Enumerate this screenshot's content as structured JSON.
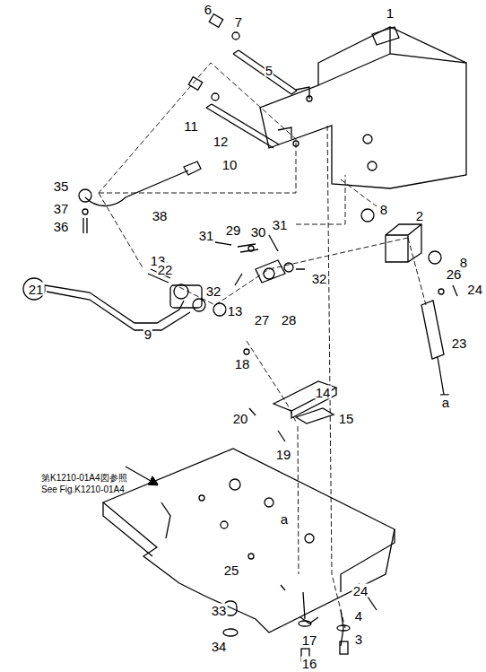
{
  "diagram": {
    "labels": [
      "1",
      "6",
      "7",
      "5",
      "11",
      "12",
      "10",
      "8",
      "2",
      "8",
      "35",
      "38",
      "37",
      "36",
      "31",
      "29",
      "30",
      "31",
      "13",
      "26",
      "24",
      "22",
      "32",
      "32",
      "21",
      "27",
      "28",
      "13",
      "9",
      "23",
      "18",
      "a",
      "14",
      "20",
      "15",
      "19",
      "第K1210-01A4図参照",
      "See Fig.K1210-01A4",
      "a",
      "25",
      "24",
      "33",
      "4",
      "17",
      "3",
      "34",
      "16"
    ]
  }
}
